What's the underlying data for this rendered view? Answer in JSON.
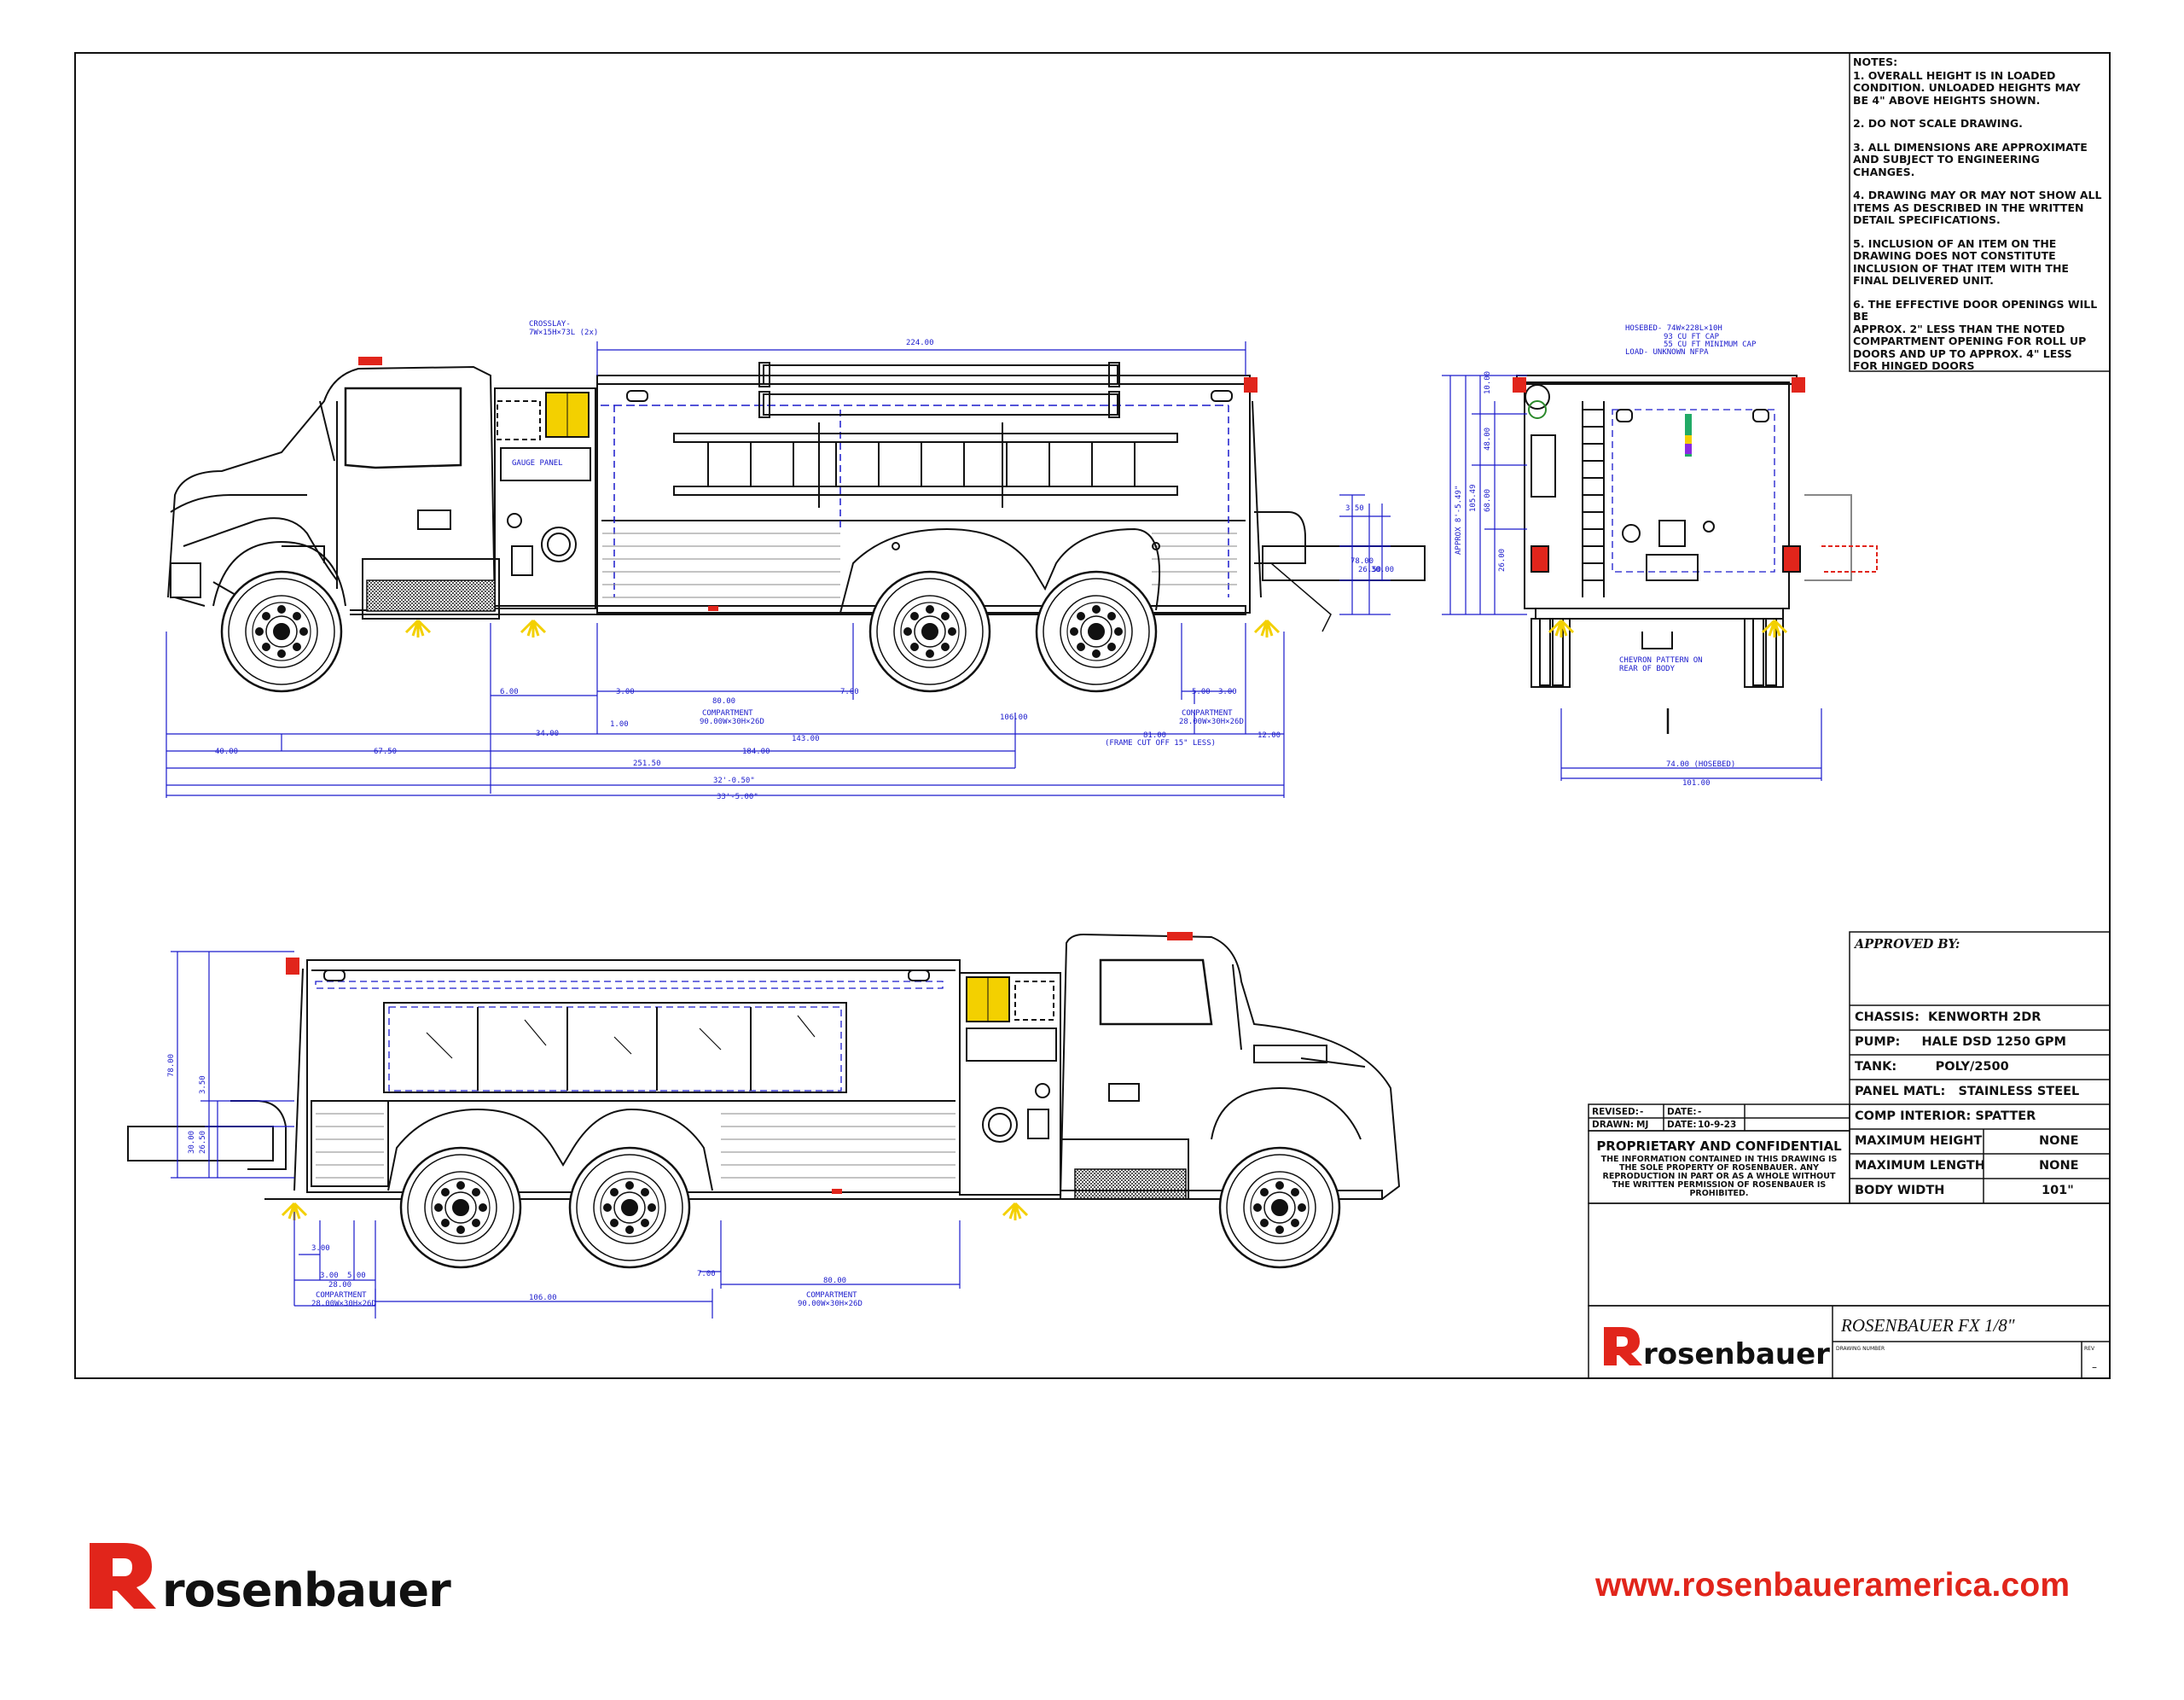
{
  "notes": {
    "heading": "NOTES:",
    "items": [
      "1. OVERALL HEIGHT IS IN LOADED\n    CONDITION. UNLOADED HEIGHTS MAY\n    BE 4\" ABOVE HEIGHTS SHOWN.",
      "2. DO NOT SCALE DRAWING.",
      "3. ALL DIMENSIONS ARE APPROXIMATE\n    AND SUBJECT TO ENGINEERING\n    CHANGES.",
      "4. DRAWING MAY OR MAY NOT SHOW ALL\n    ITEMS AS DESCRIBED IN THE WRITTEN\n    DETAIL SPECIFICATIONS.",
      "5. INCLUSION OF AN ITEM ON THE\n    DRAWING DOES NOT CONSTITUTE\n    INCLUSION OF THAT ITEM WITH THE\n    FINAL DELIVERED UNIT.",
      "6. THE EFFECTIVE DOOR OPENINGS WILL BE\n    APPROX. 2\" LESS THAN THE NOTED\n    COMPARTMENT OPENING FOR ROLL UP\n    DOORS AND UP TO APPROX. 4\" LESS\n    FOR HINGED DOORS"
    ]
  },
  "side_view_labels": {
    "crosslay": "CROSSLAY-",
    "crosslay_detail": "7W×15H×73L (2x)",
    "gauge_panel": "GAUGE PANEL",
    "top_length": "224.00",
    "rear_heights": [
      "3.50",
      "78.00",
      "26.50",
      "30.00"
    ]
  },
  "side_dims": {
    "row1": [
      "6.00",
      "3.00",
      "80.00",
      "7.00",
      "5.00",
      "3.00"
    ],
    "compartment_label": "COMPARTMENT",
    "compartment_main": "90.00W×30H×26D",
    "compartment_rear": "28.00W×30H×26D",
    "row2": [
      "34.00",
      "1.00",
      "143.00",
      "106.00",
      "81.00",
      "12.00"
    ],
    "frame_cut": "(FRAME CUT OFF 15\" LESS)",
    "row3": [
      "40.00",
      "67.50",
      "184.00"
    ],
    "row4": "251.50",
    "row5": "32'-0.50\"",
    "row6": "33'-5.00\""
  },
  "rear_view_labels": {
    "hosebed": "HOSEBED- 74W×228L×10H",
    "hosebed_cap1": "93 CU FT CAP",
    "hosebed_cap2": "55 CU FT MINIMUM CAP",
    "hosebed_load": "LOAD- UNKNOWN NFPA",
    "heights": [
      "10.00",
      "48.00",
      "68.00",
      "26.00",
      "105.49"
    ],
    "overall_height": "APPROX 8'-5.49\"",
    "chevron": "CHEVRON PATTERN ON",
    "chevron2": "REAR OF BODY",
    "hosebed_width": "74.00 (HOSEBED)",
    "body_width_dim": "101.00"
  },
  "lower_dims": {
    "left": [
      "3.00",
      "3.00",
      "5.00",
      "28.00"
    ],
    "heights": [
      "78.00",
      "3.50",
      "30.00",
      "26.50"
    ],
    "compartment_label": "COMPARTMENT",
    "compartment_left": "28.00W×30H×26D",
    "wheelbase": "106.00",
    "right": [
      "7.00",
      "80.00"
    ],
    "compartment_right": "90.00W×30H×26D"
  },
  "spec": {
    "approved_by": "APPROVED BY:",
    "rows": [
      {
        "label": "CHASSIS:",
        "value": "KENWORTH 2DR"
      },
      {
        "label": "PUMP:",
        "value": "HALE DSD 1250 GPM"
      },
      {
        "label": "TANK:",
        "value": "POLY/2500"
      },
      {
        "label": "PANEL MATL:",
        "value": "STAINLESS STEEL"
      },
      {
        "label": "COMP INTERIOR:",
        "value": "SPATTER"
      },
      {
        "label": "MAXIMUM HEIGHT",
        "value": "NONE"
      },
      {
        "label": "MAXIMUM LENGTH",
        "value": "NONE"
      },
      {
        "label": "BODY WIDTH",
        "value": "101\""
      }
    ]
  },
  "revision": {
    "revised_label": "REVISED:",
    "revised_value": "-",
    "date_label": "DATE:",
    "date_value": "-",
    "drawn_label": "DRAWN:",
    "drawn_value": "MJ",
    "date2_label": "DATE:",
    "date2_value": "10-9-23"
  },
  "proprietary": {
    "title": "PROPRIETARY AND CONFIDENTIAL",
    "lines": [
      "THE INFORMATION CONTAINED IN THIS DRAWING IS",
      "THE SOLE PROPERTY OF ROSENBAUER.  ANY",
      "REPRODUCTION IN PART OR AS A WHOLE WITHOUT",
      "THE WRITTEN PERMISSION OF ROSENBAUER IS",
      "PROHIBITED."
    ]
  },
  "title_block": {
    "logo_text": "rosenbauer",
    "model": "ROSENBAUER FX 1/8\"",
    "drawing_number_label": "DRAWING NUMBER",
    "rev_label": "REV",
    "rev_value": "–"
  },
  "footer": {
    "logo_text": "rosenbauer",
    "url": "www.rosenbaueramerica.com"
  },
  "colors": {
    "brand_red": "#e1251b",
    "dimension_blue": "#1a1acc",
    "line": "#111111",
    "amber": "#f3d000"
  }
}
